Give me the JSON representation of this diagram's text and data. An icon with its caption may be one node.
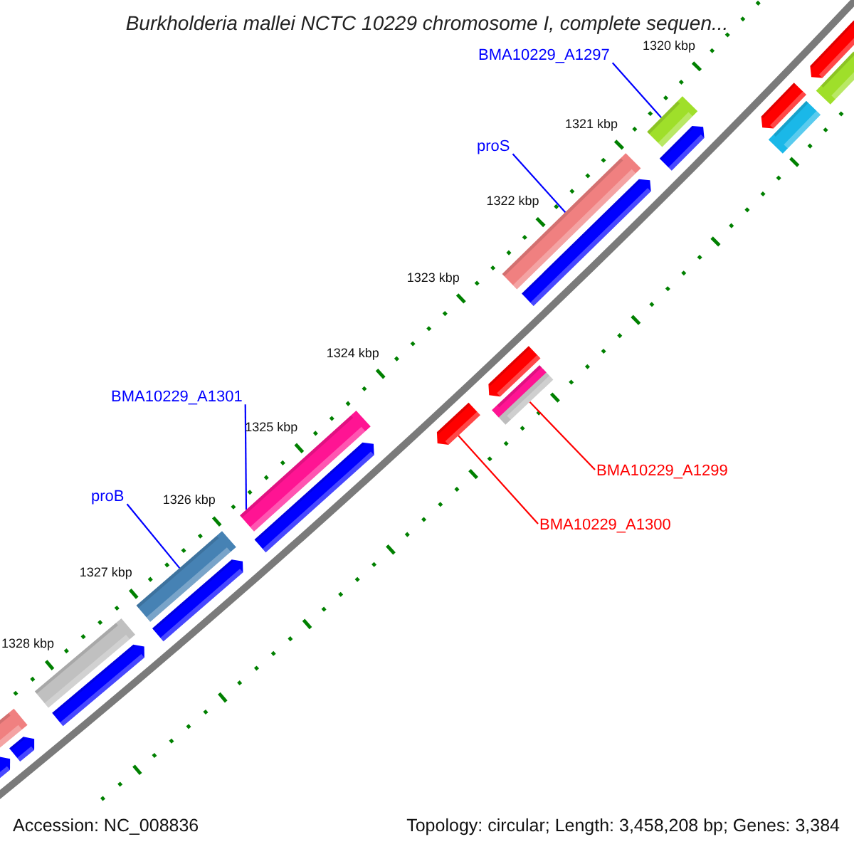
{
  "diagram": {
    "title": "Burkholderia mallei NCTC 10229 chromosome I, complete sequen...",
    "nodes": [
      {
        "text": [
          "BMA10229_A1297"
        ]
      },
      {
        "text": [],
        "shape": "arrow"
      },
      {
        "text": [],
        "shape": "bar"
      },
      {
        "text": [],
        "shape": "arrow"
      },
      {
        "text": [],
        "shape": "bar"
      },
      {
        "text": [],
        "shape": "bar"
      },
      {
        "text": [
          "proS"
        ]
      },
      {
        "text": [],
        "shape": "arrow"
      },
      {
        "text": [],
        "shape": "bar"
      },
      {
        "text": [],
        "shape": "arrow"
      },
      {
        "text": [],
        "shape": "arrow"
      },
      {
        "text": [
          "BMA10229_A1301"
        ]
      },
      {
        "text": [],
        "shape": "bar"
      },
      {
        "text": [],
        "shape": "arrow"
      },
      {
        "text": [],
        "shape": "bar"
      },
      {
        "text": [
          "BMA10229_A1299"
        ]
      },
      {
        "text": [],
        "shape": "arrow"
      },
      {
        "text": [
          "proB"
        ]
      },
      {
        "text": [
          "BMA10229_A1300"
        ]
      },
      {
        "text": [],
        "shape": "bar"
      },
      {
        "text": [],
        "shape": "arrow"
      },
      {
        "text": [],
        "shape": "bar"
      },
      {
        "text": [],
        "shape": "arrow"
      },
      {
        "text": [],
        "shape": "bar"
      },
      {
        "text": [],
        "shape": "arrow"
      },
      {
        "text": [],
        "shape": "arrow"
      }
    ],
    "edges": [
      {
        "from": 0,
        "to": 4,
        "arrow": "none",
        "color": "#0000ff"
      },
      {
        "from": 6,
        "to": 8,
        "arrow": "none",
        "color": "#0000ff"
      },
      {
        "from": 11,
        "to": 14,
        "arrow": "none",
        "color": "#0000ff"
      },
      {
        "from": 17,
        "to": 19,
        "arrow": "none",
        "color": "#0000ff"
      },
      {
        "from": 15,
        "to": 12,
        "arrow": "none",
        "color": "#ff0000"
      },
      {
        "from": 18,
        "to": 13,
        "arrow": "none",
        "color": "#ff0000"
      }
    ],
    "labels": [
      "1320 kbp",
      "1321 kbp",
      "1322 kbp",
      "1323 kbp",
      "1324 kbp",
      "1325 kbp",
      "1326 kbp",
      "1327 kbp",
      "1328 kbp",
      "Accession: NC_008836",
      "Topology: circular; Length: 3,458,208 bp; Genes: 3,384"
    ]
  }
}
